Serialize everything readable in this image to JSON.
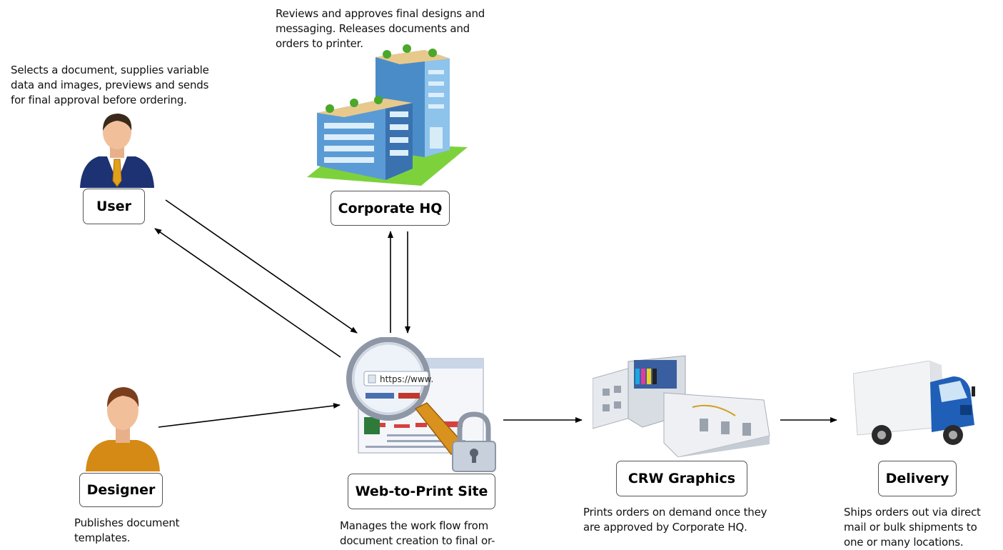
{
  "nodes": {
    "user": {
      "label": "User",
      "description": "Selects a document, supplies variable\ndata and images, previews and sends\nfor final approval before ordering."
    },
    "corporate_hq": {
      "label": "Corporate HQ",
      "description": "Reviews and approves final designs and\nmessaging.  Releases documents and\norders to printer."
    },
    "designer": {
      "label": "Designer",
      "description": "Publishes document\ntemplates."
    },
    "web_to_print": {
      "label": "Web-to-Print Site",
      "description": "Manages the work flow from\ndocument creation to final or-",
      "url_text": "https://www."
    },
    "crw_graphics": {
      "label": "CRW Graphics",
      "description": "Prints orders on demand once they\nare approved by Corporate HQ."
    },
    "delivery": {
      "label": "Delivery",
      "description": "Ships orders out via direct\nmail or bulk shipments to\none or many locations."
    }
  },
  "icons": {
    "user": "businessman-icon",
    "corporate_hq": "office-building-icon",
    "designer": "person-icon",
    "web_to_print": "magnifier-website-lock-icon",
    "crw_graphics": "printing-press-icon",
    "delivery": "delivery-truck-icon"
  },
  "colors": {
    "building": "#4a8cc7",
    "roof_green": "#6bbf3a",
    "truck_cab": "#1f5fb8",
    "magnifier_handle": "#d9921e",
    "designer_shirt": "#d48a14"
  }
}
